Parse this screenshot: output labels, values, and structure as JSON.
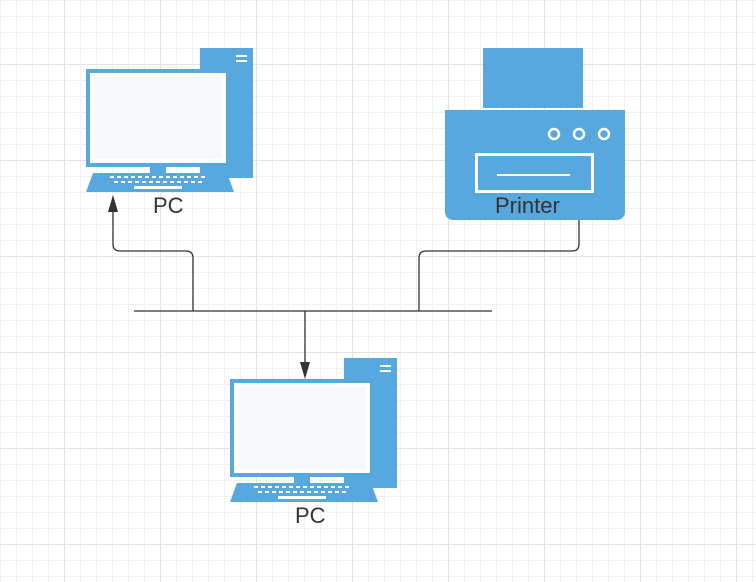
{
  "colors": {
    "device": "#57a8de",
    "screen": "#f6f9fc",
    "wire": "#333333",
    "label": "#333333"
  },
  "nodes": {
    "pc_top": {
      "label": "PC",
      "icon": "desktop-computer-icon"
    },
    "printer": {
      "label": "Printer",
      "icon": "printer-icon"
    },
    "pc_bottom": {
      "label": "PC",
      "icon": "desktop-computer-icon"
    }
  },
  "edges": [
    {
      "from": "network-bus",
      "to": "pc_top"
    },
    {
      "from": "network-bus",
      "to": "printer"
    },
    {
      "from": "network-bus",
      "to": "pc_bottom"
    }
  ]
}
